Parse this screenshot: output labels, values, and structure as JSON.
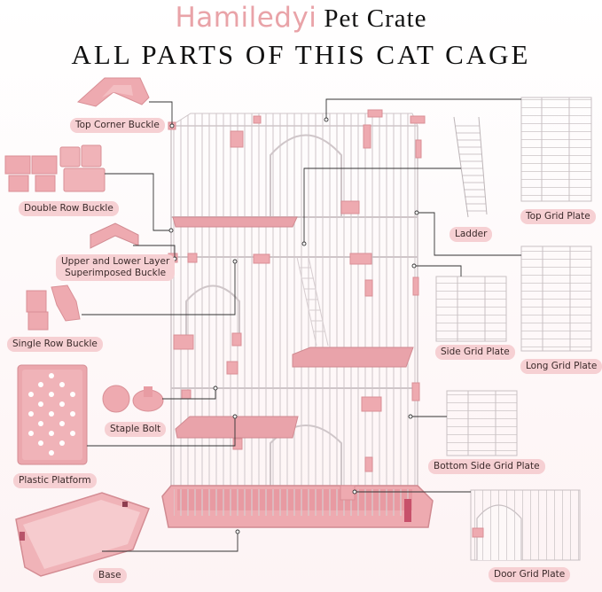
{
  "header": {
    "brand": "Hamiledyi",
    "product": "Pet Crate",
    "headline": "ALL PARTS OF THIS CAT CAGE"
  },
  "colors": {
    "brand_pink": "#e9a3a8",
    "part_pink": "#eeaab0",
    "label_bg": "#f6d0d3",
    "leader_line": "#333333",
    "wire": "#d8d0d2"
  },
  "parts_left": [
    {
      "label": "Top Corner Buckle",
      "icon": "corner-buckle"
    },
    {
      "label": "Double Row Buckle",
      "icon": "double-row-buckle"
    },
    {
      "label": "Upper and Lower Layer",
      "label2": "Superimposed Buckle",
      "icon": "layer-buckle"
    },
    {
      "label": "Single Row Buckle",
      "icon": "single-row-buckle"
    },
    {
      "label": "Staple Bolt",
      "icon": "staple-bolt"
    },
    {
      "label": "Plastic Platform",
      "icon": "platform"
    },
    {
      "label": "Base",
      "icon": "base-tray"
    }
  ],
  "parts_right": [
    {
      "label": "Ladder",
      "icon": "ladder"
    },
    {
      "label": "Top Grid Plate",
      "icon": "grid-plate"
    },
    {
      "label": "Side Grid Plate",
      "icon": "grid-plate"
    },
    {
      "label": "Long Grid Plate",
      "icon": "grid-plate"
    },
    {
      "label": "Bottom Side Grid Plate",
      "icon": "grid-plate"
    },
    {
      "label": "Door Grid Plate",
      "icon": "door-grid-plate"
    }
  ]
}
